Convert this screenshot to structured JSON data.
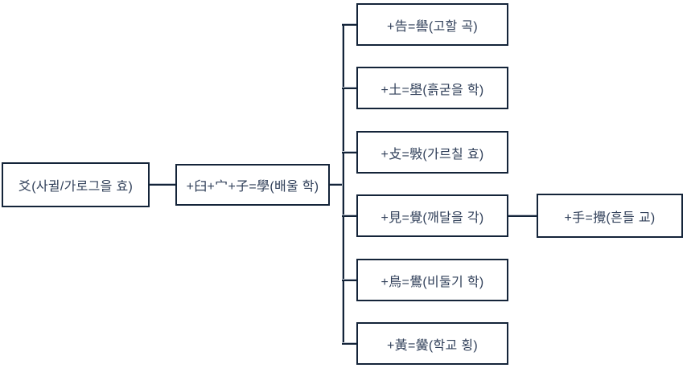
{
  "diagram": {
    "type": "tree",
    "description": "Hanja derivation tree: characters formed from the root radical",
    "root": {
      "label": "爻(사귈/가로그을 효)"
    },
    "child": {
      "label": "+臼+宀+子=學(배울 학)"
    },
    "grandchildren": [
      {
        "label": "+告=嚳(고할 곡)"
      },
      {
        "label": "+土=壆(흙굳을 학)"
      },
      {
        "label": "+攴=斅(가르칠 효)"
      },
      {
        "label": "+見=覺(깨달을 각)"
      },
      {
        "label": "+鳥=鷽(비둘기 학)"
      },
      {
        "label": "+黃=黌(학교 횡)"
      }
    ],
    "great_grandchild": {
      "label": "+手=攪(흔들 교)",
      "parent": "+見=覺(깨달을 각)"
    }
  },
  "colors": {
    "background": "#ffffff",
    "node_border": "#142439",
    "node_text": "#31405a",
    "connector_dark": "#142439",
    "connector_light": "#b9c0cb"
  }
}
